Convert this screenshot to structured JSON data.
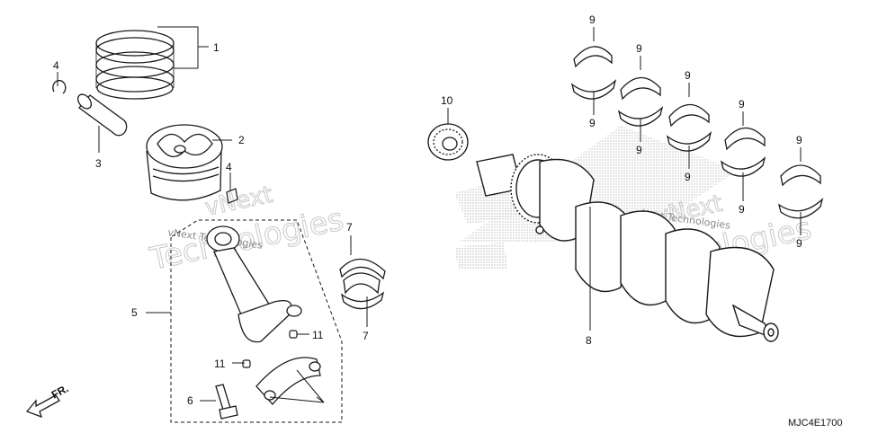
{
  "callouts": [
    {
      "id": "c1",
      "label": "1"
    },
    {
      "id": "c2",
      "label": "2"
    },
    {
      "id": "c3",
      "label": "3"
    },
    {
      "id": "c4a",
      "label": "4"
    },
    {
      "id": "c4b",
      "label": "4"
    },
    {
      "id": "c5",
      "label": "5"
    },
    {
      "id": "c6",
      "label": "6"
    },
    {
      "id": "c7a",
      "label": "7"
    },
    {
      "id": "c7b",
      "label": "7"
    },
    {
      "id": "c8",
      "label": "8"
    },
    {
      "id": "c9_1",
      "label": "9"
    },
    {
      "id": "c9_2",
      "label": "9"
    },
    {
      "id": "c9_3",
      "label": "9"
    },
    {
      "id": "c9_4",
      "label": "9"
    },
    {
      "id": "c9_5",
      "label": "9"
    },
    {
      "id": "c9_6",
      "label": "9"
    },
    {
      "id": "c9_7",
      "label": "9"
    },
    {
      "id": "c9_8",
      "label": "9"
    },
    {
      "id": "c9_9",
      "label": "9"
    },
    {
      "id": "c9_10",
      "label": "9"
    },
    {
      "id": "c10",
      "label": "10"
    },
    {
      "id": "c11a",
      "label": "11"
    },
    {
      "id": "c11b",
      "label": "11"
    }
  ],
  "front_arrow_label": "FR.",
  "diagram_code": "MJC4E1700",
  "watermark": {
    "large": "Technologies",
    "large_prefix": "vNext",
    "small": "vNext Technologies"
  },
  "colors": {
    "line": "#1a1a1a",
    "dots": "#b5b5b5",
    "watermark": "#c9c9c9"
  }
}
